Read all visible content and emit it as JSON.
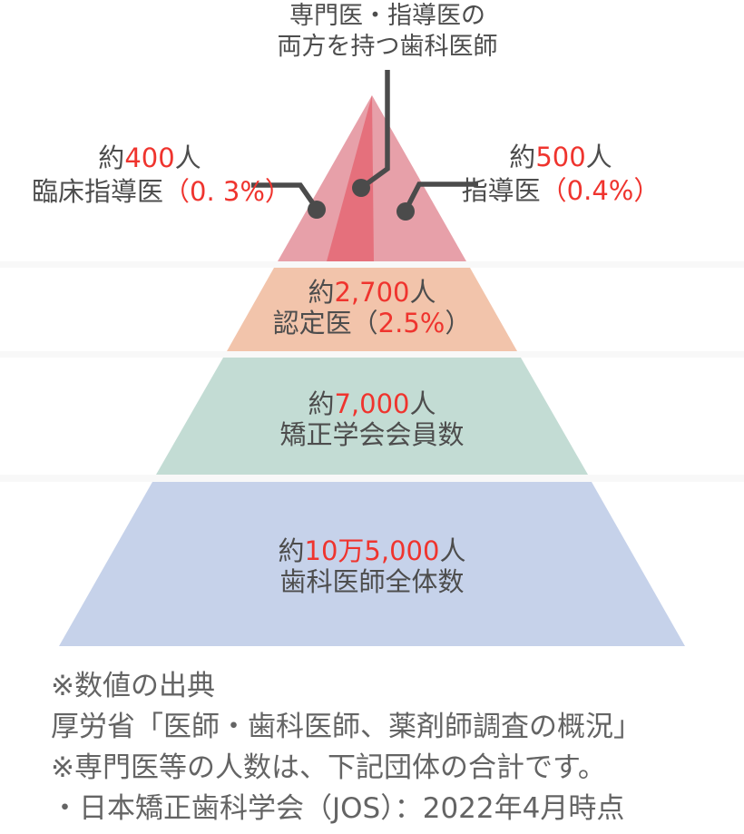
{
  "colors": {
    "red": "#ef342e",
    "dark_text": "#4d4d4d",
    "footer_text": "#646464",
    "connector": "#4b4b4b",
    "tier1_light": "#e7a0a9",
    "tier1_stripe": "#e5707c",
    "tier2": "#f2c4ab",
    "tier3": "#c3dcd4",
    "tier4": "#c6d2ea"
  },
  "top_label": {
    "line1": "専門医・指導医の",
    "line2": "両方を持つ歯科医師"
  },
  "left_label": {
    "count_prefix": "約",
    "count": "400",
    "count_suffix": "人",
    "name": "臨床指導医",
    "percent": "（0. 3%）"
  },
  "right_label": {
    "count_prefix": "約",
    "count": "500",
    "count_suffix": "人",
    "name": "指導医",
    "percent": "（0.4%）"
  },
  "tiers": {
    "certified": {
      "count_prefix": "約",
      "count": "2,700",
      "count_suffix": "人",
      "name_pre": "認定医（",
      "percent": "2.5%",
      "name_suf": "）"
    },
    "members": {
      "count_prefix": "約",
      "count": "7,000",
      "count_suffix": "人",
      "name": "矯正学会会員数"
    },
    "all_dentists": {
      "count_prefix": "約",
      "count": "10万5,000",
      "count_suffix": "人",
      "name": "歯科医師全体数"
    }
  },
  "footer": {
    "line1": "※数値の出典",
    "line2": "厚労省「医師・歯科医師、薬剤師調査の概況」",
    "line3": "※専門医等の人数は、下記団体の合計です。",
    "line4": "・日本矯正歯科学会（JOS）：2022年4月時点"
  }
}
